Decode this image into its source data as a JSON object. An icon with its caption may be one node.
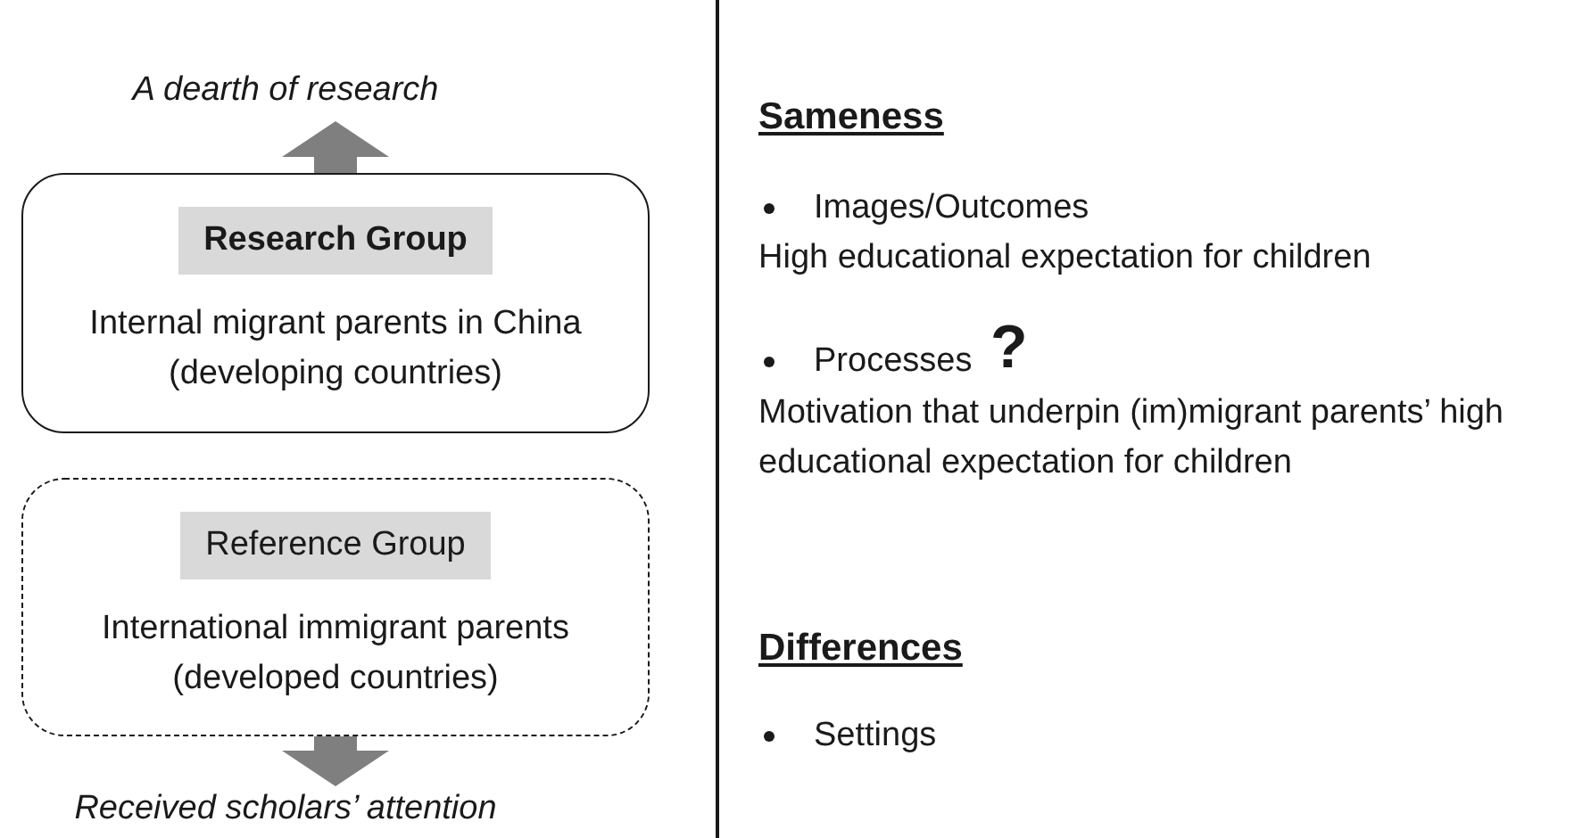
{
  "diagram": {
    "nodes": [
      {
        "text": [
          "A dearth of research"
        ]
      },
      {
        "text": [
          "Research Group",
          "Internal migrant parents in China (developing countries)"
        ]
      },
      {
        "text": [
          "Reference Group",
          "International immigrant parents (developed countries)"
        ]
      },
      {
        "text": [
          "Received scholars’ attention"
        ]
      }
    ],
    "edges": [
      {
        "from": 1,
        "to": 0,
        "arrow": "to"
      },
      {
        "from": 2,
        "to": 3,
        "arrow": "to"
      }
    ],
    "labels": [
      "Sameness",
      "Images/Outcomes",
      "High educational expectation for children",
      "Processes",
      "?",
      "Motivation that underpin (im)migrant parents’ high educational expectation for children",
      "Differences",
      "Settings"
    ]
  }
}
